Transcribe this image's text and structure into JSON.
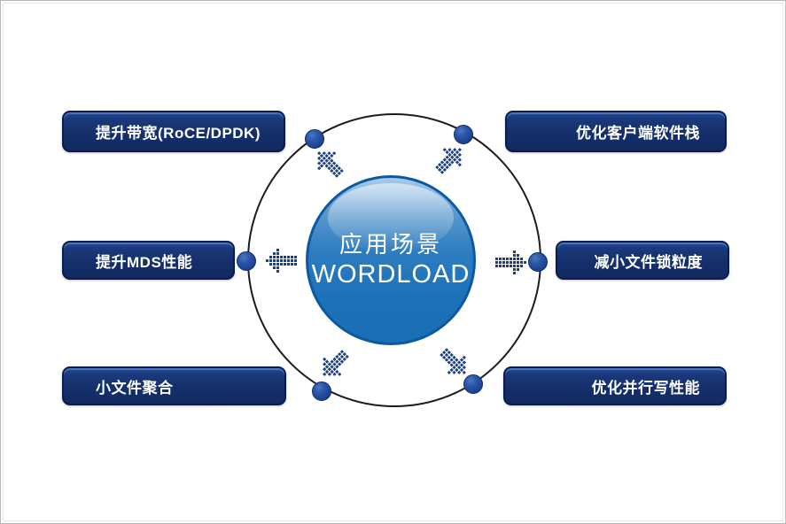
{
  "page": {
    "background": "#ffffff",
    "frame_border": "#b9b9b9"
  },
  "center": {
    "title_line1": "应用场景",
    "title_line2": "WORDLOAD"
  },
  "nodes": {
    "left": [
      {
        "label": "提升带宽(RoCE/DPDK)"
      },
      {
        "label": "提升MDS性能"
      },
      {
        "label": "小文件聚合"
      }
    ],
    "right": [
      {
        "label": "优化客户端软件栈"
      },
      {
        "label": "减小文件锁粒度"
      },
      {
        "label": "优化并行写性能"
      }
    ]
  },
  "icons": {
    "arrows": [
      {
        "name": "pixel-arrow-up-left-icon"
      },
      {
        "name": "pixel-arrow-up-right-icon"
      },
      {
        "name": "pixel-arrow-left-icon"
      },
      {
        "name": "pixel-arrow-right-icon"
      },
      {
        "name": "pixel-arrow-down-left-icon"
      },
      {
        "name": "pixel-arrow-down-right-icon"
      }
    ]
  },
  "colors": {
    "box_fill": "#152F6B",
    "box_fill_top": "#274B97",
    "box_border": "#081D4E",
    "box_highlight": "#4D74BA",
    "sphere_top": "#A8CCE9",
    "sphere_main": "#1C72B8",
    "sphere_rim": "#0D58A4",
    "ring_stroke": "#1C1C1C",
    "node_dot": "#1A4190",
    "arrow_dot": "#1C3F82",
    "label_text": "#FFFFFF"
  }
}
